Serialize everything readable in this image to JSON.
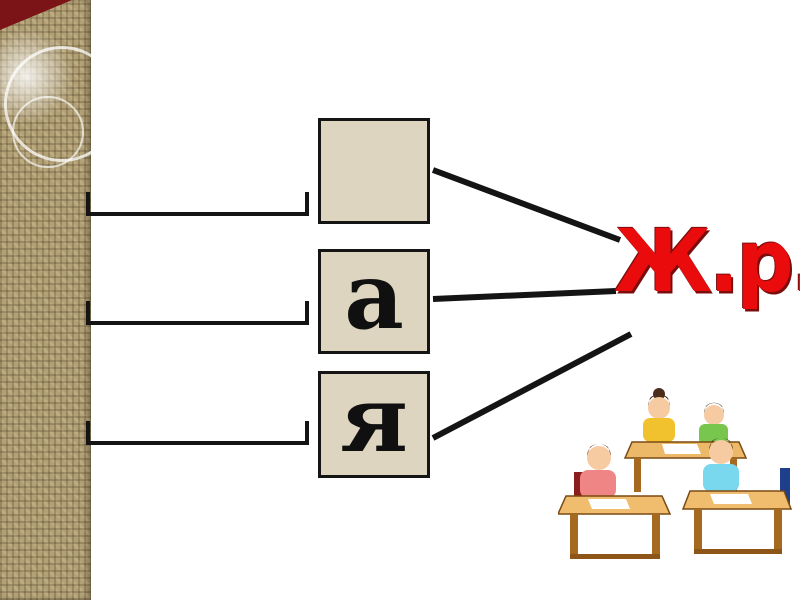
{
  "slide": {
    "background_color": "#ffffff",
    "texture_base_color": "#b2a177",
    "box_fill_color": "#ddd5c0",
    "box_border_color": "#151515",
    "accent_red": "#ea0c0c"
  },
  "diagram": {
    "boxes": [
      {
        "label": ""
      },
      {
        "label": "а"
      },
      {
        "label": "я"
      }
    ],
    "target_label": "Ж.р."
  },
  "decorations": {
    "clipart_name": "students-at-desks-clipart",
    "texture_name": "woven-cork-strip",
    "circles_name": "white-circle-ornament"
  }
}
